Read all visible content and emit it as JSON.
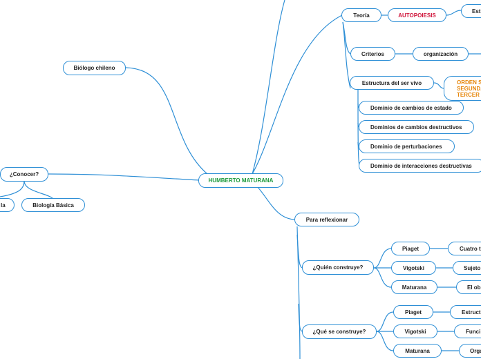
{
  "diagram": {
    "center": "HUMBERTO MATURANA",
    "nodes": {
      "biologo": "Biólogo chileno",
      "conocer": "¿Conocer?",
      "conocer_left": "la",
      "biologia_basica": "Biología Básica",
      "teoria": "Teoría",
      "autopoiesis": "AUTOPOIESIS",
      "estr_clip": "Estr",
      "criterios": "Criterios",
      "organizacion": "organización",
      "estructura_ser_vivo": "Estructura del ser vivo",
      "orden": [
        "ORDEN S",
        "SEGUNDA",
        "TERCER O"
      ],
      "dominio_cambios_estado": "Dominio de cambios de estado",
      "dominios_cambios_destructivos": "Dominios de cambios destructivos",
      "dominio_perturbaciones": "Dominio de perturbaciones",
      "dominio_interacciones": "Dominio de interacciones destructivas",
      "para_reflexionar": "Para reflexionar",
      "quien_construye": "¿Quién construye?",
      "piaget_1": "Piaget",
      "cuatro_t": "Cuatro t",
      "vigotski_1": "Vigotski",
      "sujeto": "Sujeto",
      "maturana_1": "Maturana",
      "el_ob": "El ob",
      "que_construye": "¿Qué se construye?",
      "piaget_2": "Piaget",
      "estruct": "Estruct",
      "vigotski_2": "Vigotski",
      "func": "Funci",
      "maturana_2": "Maturana",
      "orga": "Orga"
    }
  }
}
